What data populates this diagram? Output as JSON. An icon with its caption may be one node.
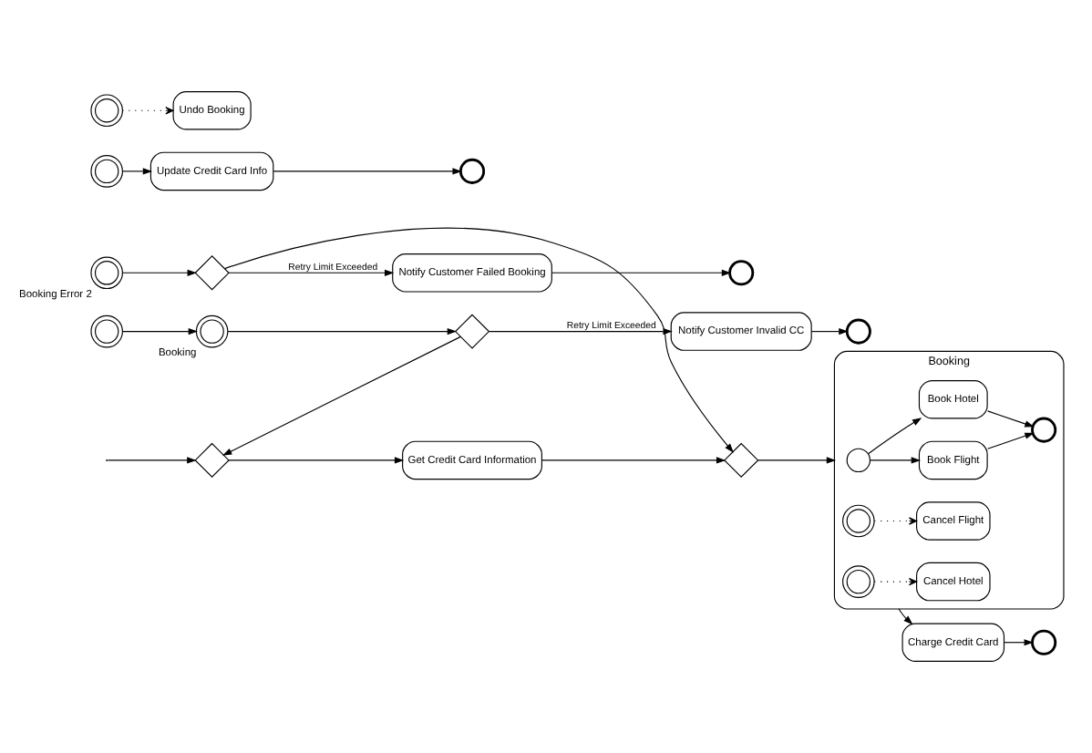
{
  "diagram": {
    "nodes": [
      {
        "text": [],
        "shape": "diamond"
      },
      {
        "text": [
          "Get Credit Card Information"
        ]
      },
      {
        "text": [],
        "shape": "diamond"
      },
      {
        "text": [
          "Booking"
        ]
      },
      {
        "text": [],
        "shape": "circle",
        "in": 3
      },
      {
        "text": [
          "Book Flight"
        ],
        "in": 3
      },
      {
        "text": [],
        "shape": "circle",
        "in": 3
      },
      {
        "text": [
          "Cancel Flight"
        ],
        "in": 3
      },
      {
        "text": [
          "Book Hotel"
        ],
        "in": 3
      },
      {
        "text": [],
        "shape": "circle",
        "in": 3
      },
      {
        "text": [
          "Cancel Hotel"
        ],
        "in": 3
      },
      {
        "text": [],
        "shape": "circle",
        "in": 3
      },
      {
        "text": [
          "Charge Credit Card"
        ]
      },
      {
        "text": [],
        "shape": "circle"
      },
      {
        "text": [],
        "shape": "circle",
        "beside": [
          "Booking"
        ]
      },
      {
        "text": [],
        "shape": "diamond"
      },
      {
        "text": [
          "Notify Customer Invalid CC"
        ]
      },
      {
        "text": [],
        "shape": "circle"
      },
      {
        "text": [],
        "shape": "circle"
      },
      {
        "text": [],
        "shape": "circle"
      },
      {
        "text": [
          "Update Credit Card Info"
        ]
      },
      {
        "text": [],
        "shape": "circle"
      },
      {
        "text": [],
        "shape": "circle"
      },
      {
        "text": [
          "Undo Booking"
        ]
      },
      {
        "text": [],
        "shape": "circle",
        "beside": [
          "Booking Error 2"
        ]
      },
      {
        "text": [],
        "shape": "diamond"
      },
      {
        "text": [
          "Notify Customer Failed Booking"
        ]
      },
      {
        "text": [],
        "shape": "circle"
      }
    ],
    "edges": [
      {
        "from": null,
        "to": 0,
        "arrow": "to"
      },
      {
        "from": 0,
        "to": 1,
        "arrow": "to"
      },
      {
        "from": 1,
        "to": 2,
        "arrow": "to"
      },
      {
        "from": 2,
        "to": 3,
        "arrow": "to"
      },
      {
        "from": 4,
        "to": 5,
        "arrow": "to"
      },
      {
        "from": 4,
        "to": 8,
        "arrow": "to"
      },
      {
        "from": 5,
        "to": 11,
        "arrow": "to"
      },
      {
        "from": 8,
        "to": 11,
        "arrow": "to"
      },
      {
        "from": 6,
        "to": 7,
        "arrow": "to",
        "style": "dashed"
      },
      {
        "from": 9,
        "to": 10,
        "arrow": "to",
        "style": "dashed"
      },
      {
        "from": 3,
        "to": 12,
        "arrow": "to"
      },
      {
        "from": 12,
        "to": 18,
        "arrow": "to"
      },
      {
        "from": 13,
        "to": 14,
        "arrow": "to"
      },
      {
        "from": 14,
        "to": 15,
        "arrow": "to"
      },
      {
        "from": 15,
        "to": 16,
        "label": "Retry Limit Exceeded",
        "arrow": "to"
      },
      {
        "from": 15,
        "to": 0,
        "arrow": "to"
      },
      {
        "from": 16,
        "to": 17,
        "arrow": "to"
      },
      {
        "from": 19,
        "to": 20,
        "arrow": "to"
      },
      {
        "from": 20,
        "to": 21,
        "arrow": "to"
      },
      {
        "from": 22,
        "to": 23,
        "arrow": "to",
        "style": "dashed"
      },
      {
        "from": 24,
        "to": 25,
        "arrow": "to"
      },
      {
        "from": 25,
        "to": 26,
        "label": "Retry Limit Exceeded",
        "arrow": "to"
      },
      {
        "from": 25,
        "to": 2,
        "arrow": "to"
      },
      {
        "from": 26,
        "to": 27,
        "arrow": "to"
      }
    ]
  }
}
